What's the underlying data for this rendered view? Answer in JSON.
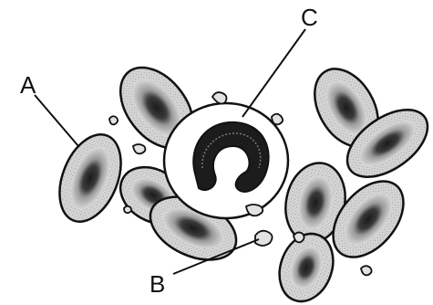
{
  "labels": {
    "a": "A",
    "b": "B",
    "c": "C"
  },
  "colors": {
    "outline": "#111111",
    "cell_fill": "#cfcfcf",
    "cell_center": "#2a2a2a",
    "background": "#ffffff"
  }
}
